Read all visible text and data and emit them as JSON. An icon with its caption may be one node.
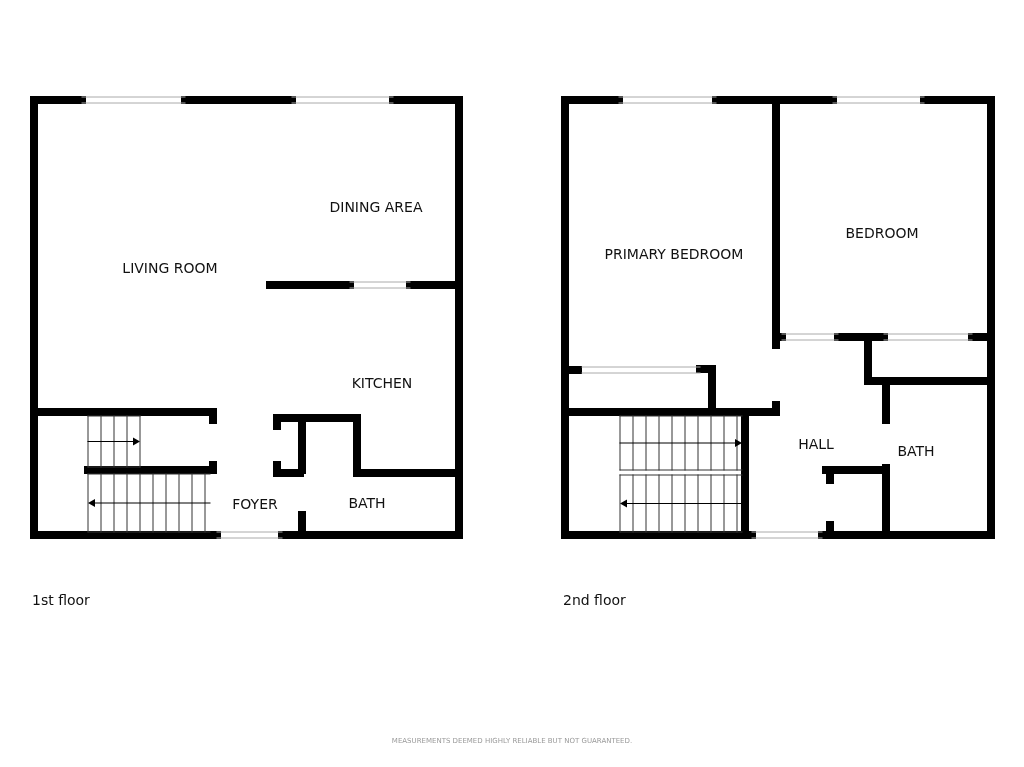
{
  "diagram": {
    "labels": [
      "DINING AREA",
      "LIVING ROOM",
      "KITCHEN",
      "FOYER",
      "BATH",
      "1st floor",
      "BEDROOM",
      "PRIMARY BEDROOM",
      "HALL",
      "BATH",
      "2nd floor",
      "MEASUREMENTS DEEMED HIGHLY RELIABLE BUT NOT GUARANTEED."
    ]
  }
}
